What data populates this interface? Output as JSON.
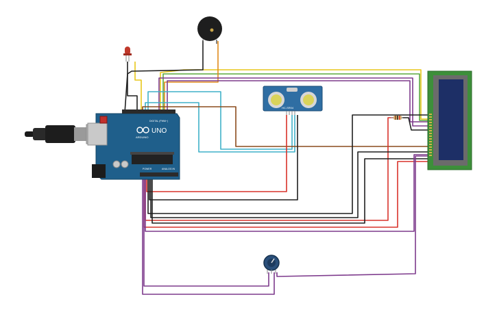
{
  "circuit": {
    "components": {
      "arduino": {
        "model_label": "UNO",
        "brand_label": "ARDUINO",
        "digital_label": "DIGITAL (PWM~)",
        "power_label": "POWER",
        "analog_label": "ANALOG IN"
      },
      "ultrasonic_sensor": {
        "label": "HC-SR04"
      },
      "lcd": {
        "type": "16x2 LCD"
      },
      "buzzer": {
        "type": "piezo buzzer"
      },
      "led": {
        "color": "#c0392b"
      },
      "resistor": {
        "type": "resistor"
      },
      "potentiometer": {
        "type": "potentiometer"
      },
      "usb_cable": {
        "type": "USB cable"
      }
    },
    "wire_colors": {
      "black": "#1f1f1f",
      "red": "#d8322a",
      "purple": "#7d3a8c",
      "yellow": "#e8c619",
      "green": "#58a83a",
      "orange": "#e08a1c",
      "cyan": "#3fb1c8",
      "brown": "#8a4a1c",
      "board": "#1f5f8b",
      "lcd_pcb": "#3d8f3a",
      "lcd_screen": "#1d2f66"
    }
  }
}
